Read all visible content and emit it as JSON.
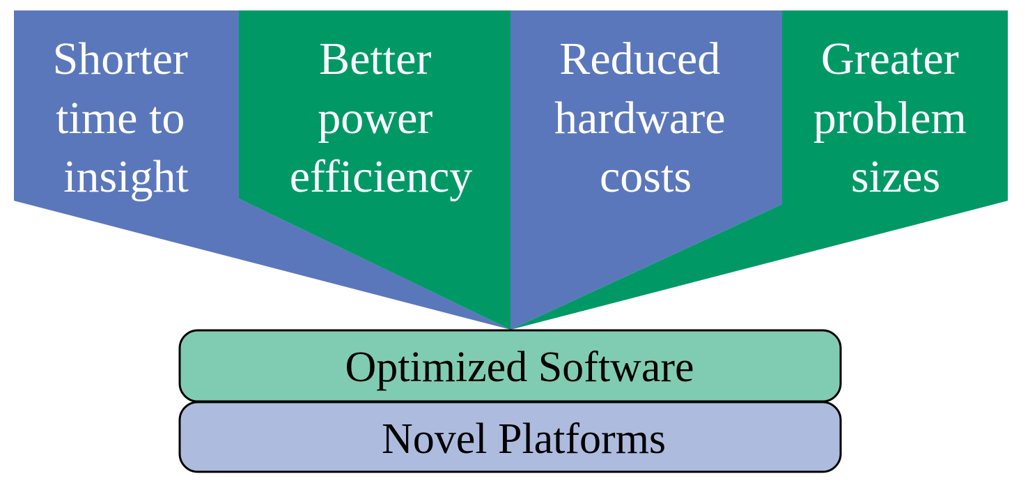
{
  "colors": {
    "blue": "#5B77BC",
    "green": "#009966",
    "teal_layer": "#80CCB3",
    "lavender_layer": "#ADBBDE",
    "outline": "#000000",
    "box_text": "#FFFFFF",
    "layer_text": "#000000"
  },
  "benefits": [
    {
      "lines": [
        "Shorter",
        "time to",
        "insight"
      ],
      "color": "blue"
    },
    {
      "lines": [
        "Better",
        "power",
        "efficiency"
      ],
      "color": "green"
    },
    {
      "lines": [
        "Reduced",
        "hardware",
        "costs"
      ],
      "color": "blue"
    },
    {
      "lines": [
        "Greater",
        "problem",
        "sizes"
      ],
      "color": "green"
    }
  ],
  "layers": {
    "top": {
      "label": "Optimized Software"
    },
    "bottom": {
      "label": "Novel Platforms"
    }
  }
}
